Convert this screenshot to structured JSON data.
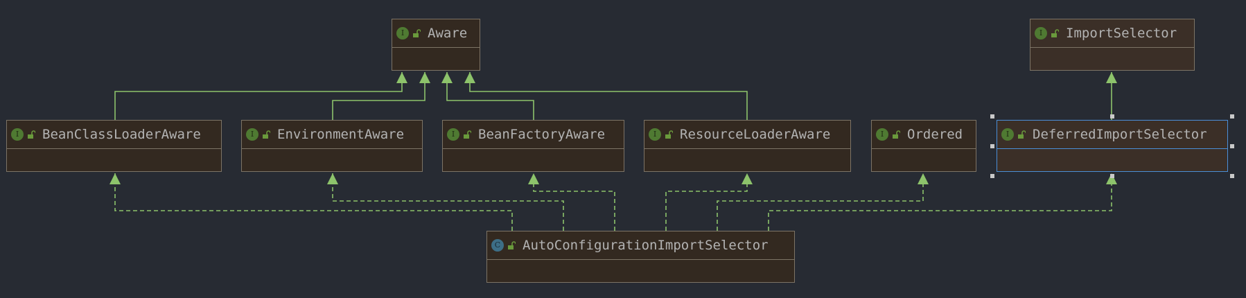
{
  "diagram": {
    "nodes": [
      {
        "id": "aware",
        "label": "Aware",
        "kind": "interface",
        "badge": "I"
      },
      {
        "id": "importSelector",
        "label": "ImportSelector",
        "kind": "interface",
        "badge": "I"
      },
      {
        "id": "beanClassLoaderAware",
        "label": "BeanClassLoaderAware",
        "kind": "interface",
        "badge": "I"
      },
      {
        "id": "environmentAware",
        "label": "EnvironmentAware",
        "kind": "interface",
        "badge": "I"
      },
      {
        "id": "beanFactoryAware",
        "label": "BeanFactoryAware",
        "kind": "interface",
        "badge": "I"
      },
      {
        "id": "resourceLoaderAware",
        "label": "ResourceLoaderAware",
        "kind": "interface",
        "badge": "I"
      },
      {
        "id": "ordered",
        "label": "Ordered",
        "kind": "interface",
        "badge": "I"
      },
      {
        "id": "deferredImportSelector",
        "label": "DeferredImportSelector",
        "kind": "interface",
        "badge": "I",
        "selected": true
      },
      {
        "id": "autoConfigurationImportSelector",
        "label": "AutoConfigurationImportSelector",
        "kind": "class",
        "badge": "C"
      }
    ],
    "edges": [
      {
        "from": "beanClassLoaderAware",
        "to": "aware",
        "type": "extends"
      },
      {
        "from": "environmentAware",
        "to": "aware",
        "type": "extends"
      },
      {
        "from": "beanFactoryAware",
        "to": "aware",
        "type": "extends"
      },
      {
        "from": "resourceLoaderAware",
        "to": "aware",
        "type": "extends"
      },
      {
        "from": "deferredImportSelector",
        "to": "importSelector",
        "type": "extends"
      },
      {
        "from": "autoConfigurationImportSelector",
        "to": "beanClassLoaderAware",
        "type": "implements"
      },
      {
        "from": "autoConfigurationImportSelector",
        "to": "environmentAware",
        "type": "implements"
      },
      {
        "from": "autoConfigurationImportSelector",
        "to": "beanFactoryAware",
        "type": "implements"
      },
      {
        "from": "autoConfigurationImportSelector",
        "to": "resourceLoaderAware",
        "type": "implements"
      },
      {
        "from": "autoConfigurationImportSelector",
        "to": "ordered",
        "type": "implements"
      },
      {
        "from": "autoConfigurationImportSelector",
        "to": "deferredImportSelector",
        "type": "implements"
      }
    ],
    "colors": {
      "background": "#272b33",
      "edge": "#8dc36b",
      "interface_badge": "#4f7a32",
      "class_badge": "#3d6e86",
      "node_fill": "#332920",
      "selection": "#4b8fd8"
    }
  }
}
